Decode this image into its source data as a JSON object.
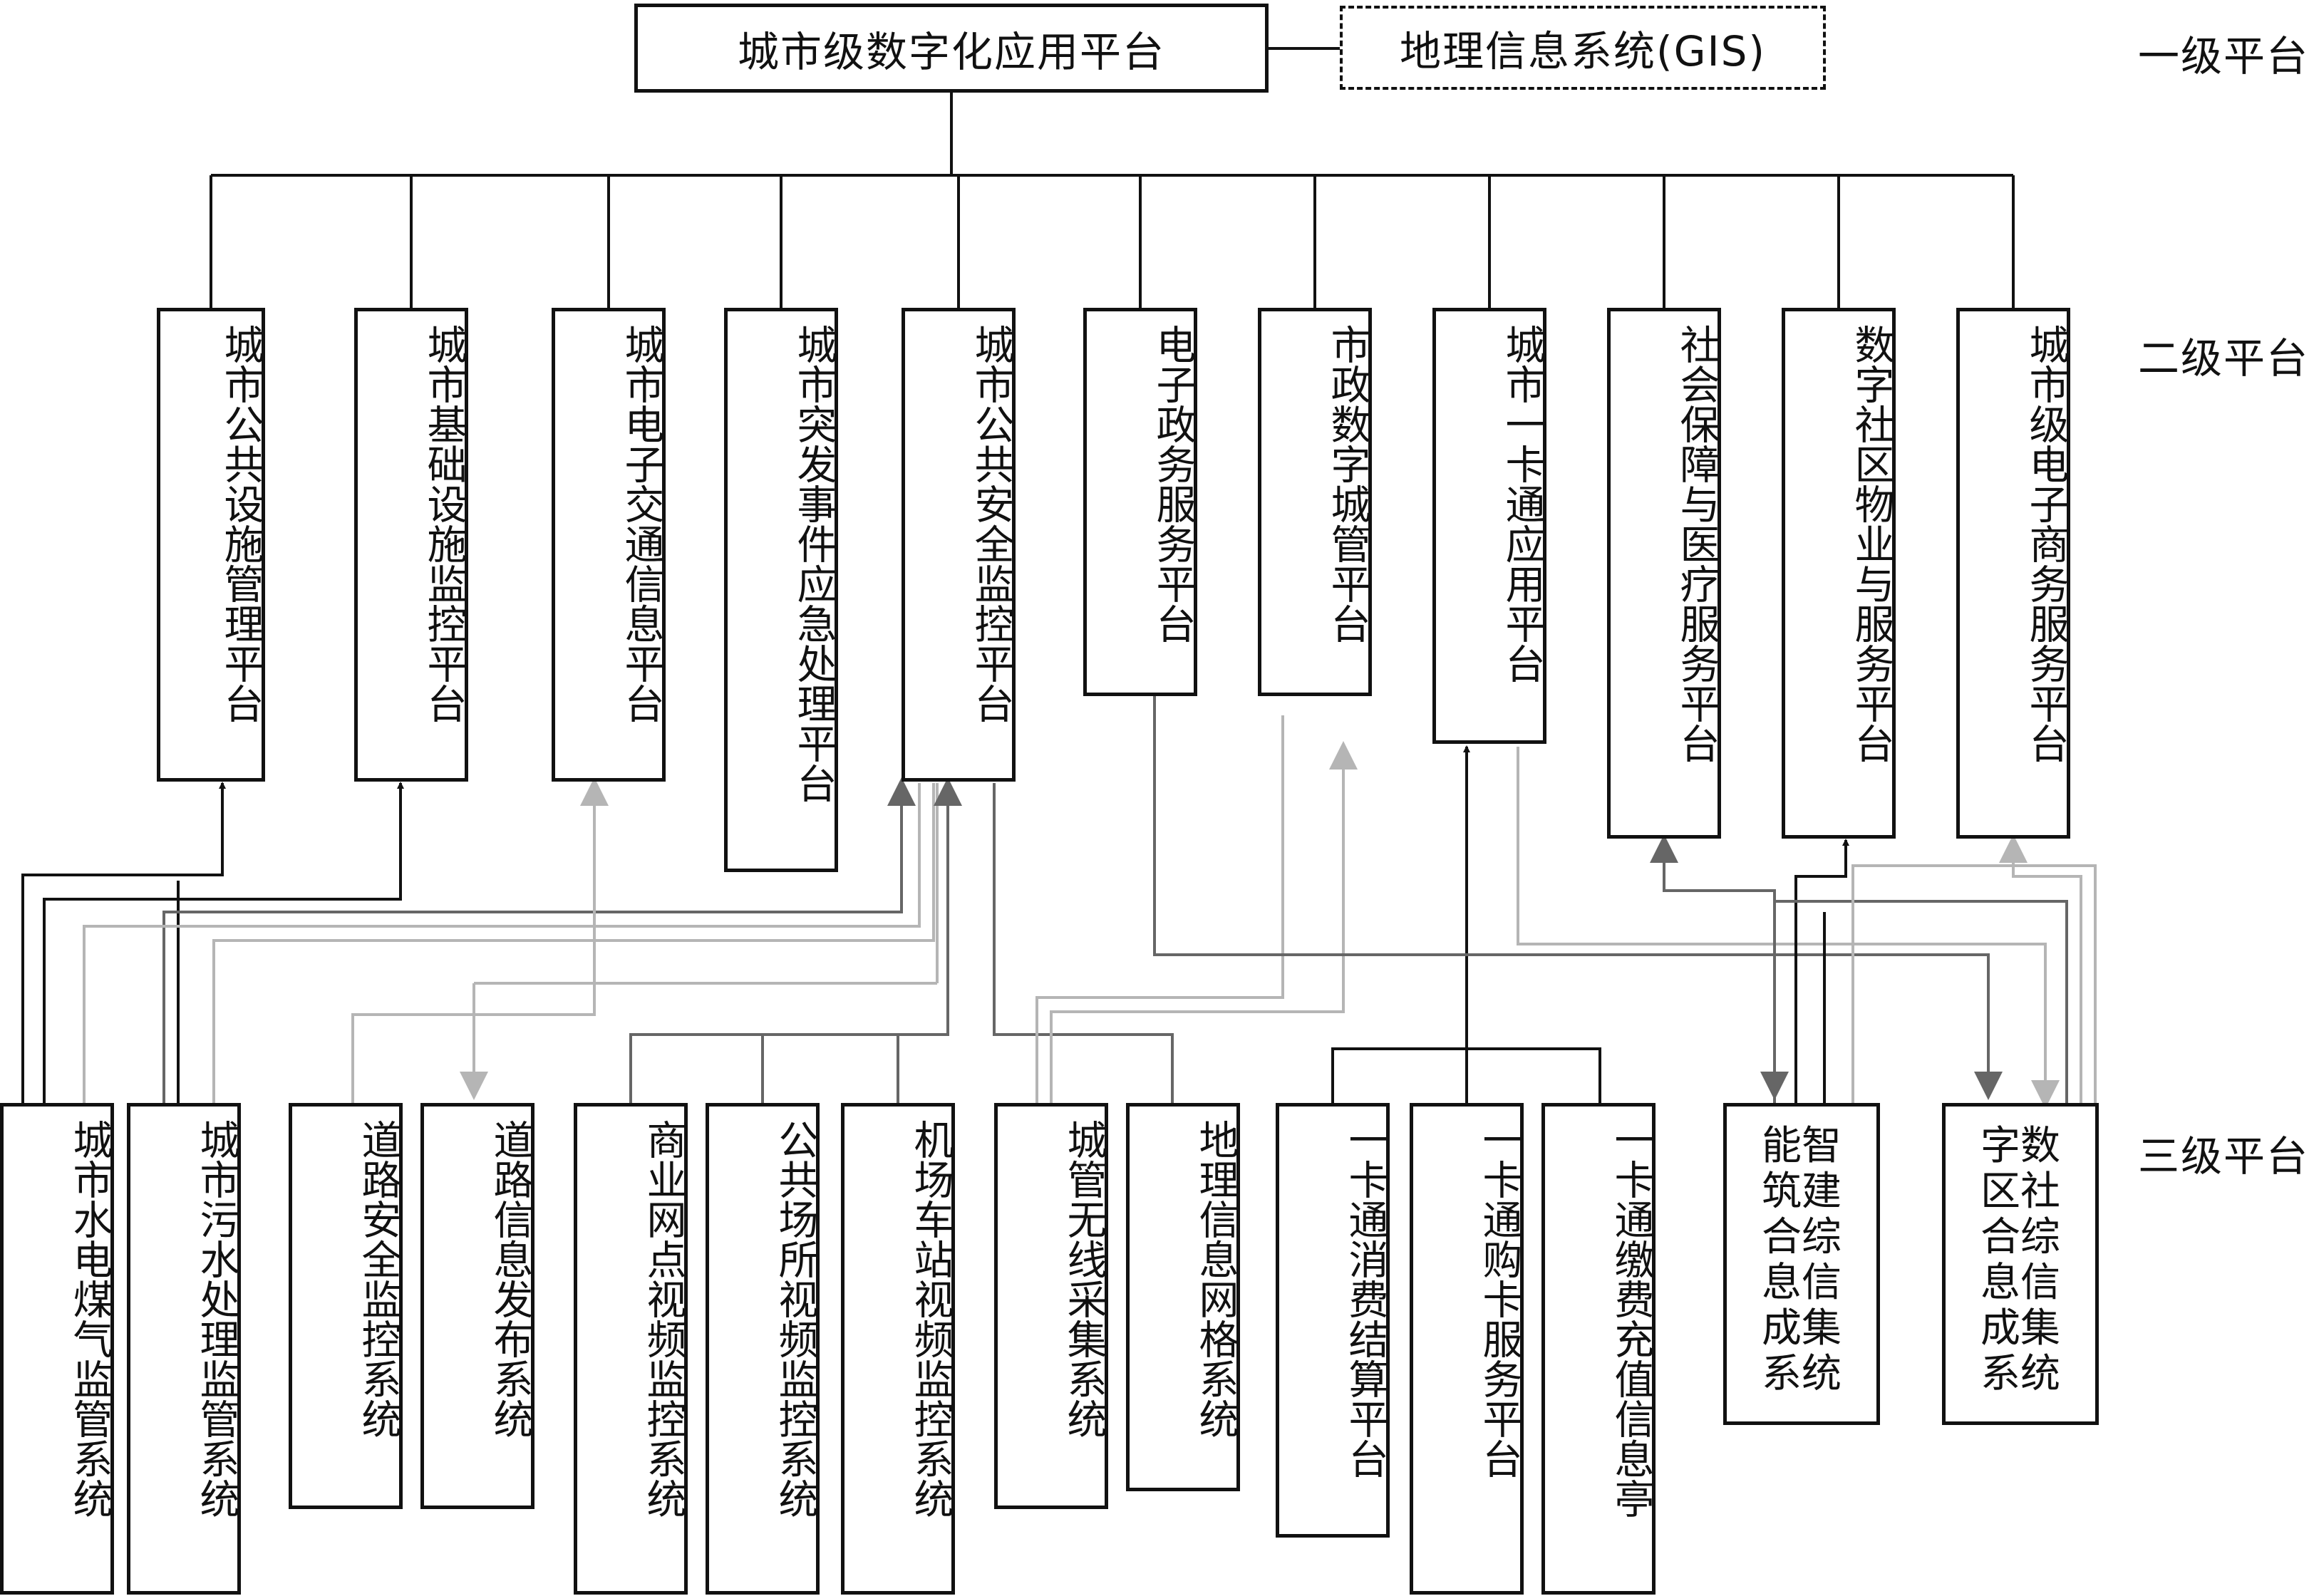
{
  "levels": {
    "first": "一级平台",
    "second": "二级平台",
    "third": "三级平台"
  },
  "top": {
    "main": "城市级数字化应用平台",
    "gis": "地理信息系统(GIS)"
  },
  "level2": [
    "城市公共设施管理平台",
    "城市基础设施监控平台",
    "城市电子交通信息平台",
    "城市突发事件应急处理平台",
    "城市公共安全监控平台",
    "电子政务服务平台",
    "市政数字城管平台",
    "城市一卡通应用平台",
    "社会保障与医疗服务平台",
    "数字社区物业与服务平台",
    "城市级电子商务服务平台"
  ],
  "level3": [
    "城市水电煤气监管系统",
    "城市污水处理监管系统",
    "道路安全监控系统",
    "道路信息发布系统",
    "商业网点视频监控系统",
    "公共场所视频监控系统",
    "机场车站视频监控系统",
    "城管无线采集系统",
    "地理信息网格系统",
    "一卡通消费结算平台",
    "一卡通购卡服务平台",
    "一卡通缴费充值信息亭",
    "能智筑建合综息信成集系统",
    "字数区社合综息信成集系统"
  ],
  "colors": {
    "dark": "#111111",
    "mid": "#666666",
    "light": "#b5b5b5"
  }
}
